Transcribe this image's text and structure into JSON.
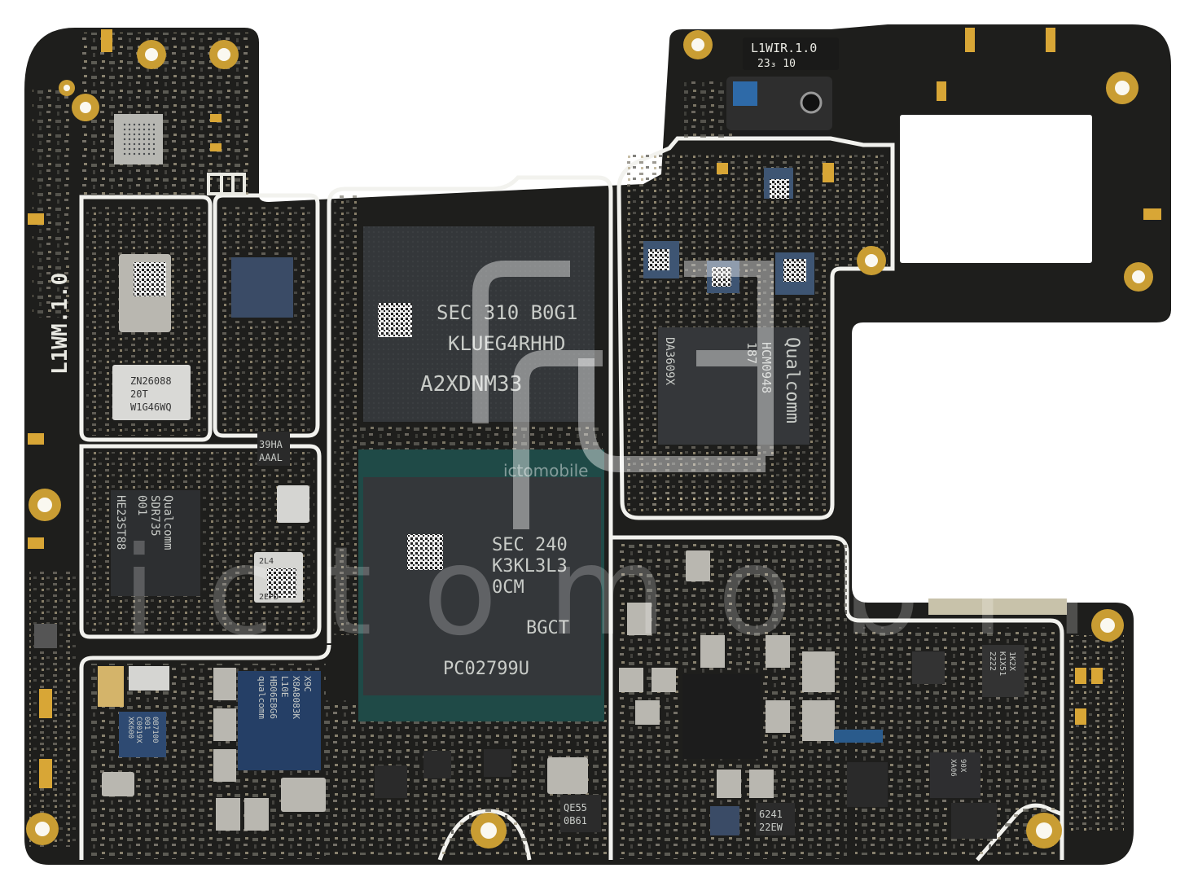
{
  "board": {
    "mainboard_label": "L1WM.1.0",
    "subboard_label": "L1WIR.1.0",
    "subboard_code": "23₃ 10"
  },
  "chips": {
    "storage": {
      "line1": "SEC 310 B0G1",
      "line2": "KLUEG4RHHD",
      "line3": "A2XDNM33"
    },
    "ram": {
      "line1": "SEC 240",
      "line2": "K3KL3L3",
      "line3": "0CM",
      "line4": "BGCT",
      "line5": "PC02799U"
    },
    "pmic": {
      "line1": "Qualcomm",
      "line2": "HCM0948",
      "line3": "187",
      "line4": "DA3609X"
    },
    "transceiver": {
      "line1": "Qualcomm",
      "line2": "SDR735",
      "line3": "001",
      "line4": "HE23ST88"
    },
    "small_a": {
      "line1": "ZN26088",
      "line2": "20T",
      "line3": "W1G46WQ"
    },
    "small_b": {
      "line1": "39HA",
      "line2": "AAAL"
    },
    "small_c": {
      "line1": "2L4",
      "line2": "2EPD"
    },
    "small_d": {
      "line1": "QE55",
      "line2": "0B61"
    },
    "small_e": {
      "line1": "6241",
      "line2": "22EW"
    },
    "small_f": {
      "line1": "1K2X",
      "line2": "K1X51",
      "line3": "2222"
    },
    "small_g": {
      "line1": "X9C",
      "line2": "X8A8083K",
      "line3": "L10E",
      "line4": "HB06E8G6",
      "line5": "qualcomm"
    },
    "small_h": {
      "line1": "0B7100",
      "line2": "001",
      "line3": "C0019X",
      "line4": "XK600"
    },
    "small_i": {
      "line1": "90X",
      "line2": "XA06"
    }
  },
  "watermark": {
    "text": "ictomobile",
    "small": "ictomobile"
  },
  "colors": {
    "pcb": "#1e1e1c",
    "gold": "#d8a636",
    "chip": "#34373a",
    "silkscreen": "#e9e9e2"
  }
}
